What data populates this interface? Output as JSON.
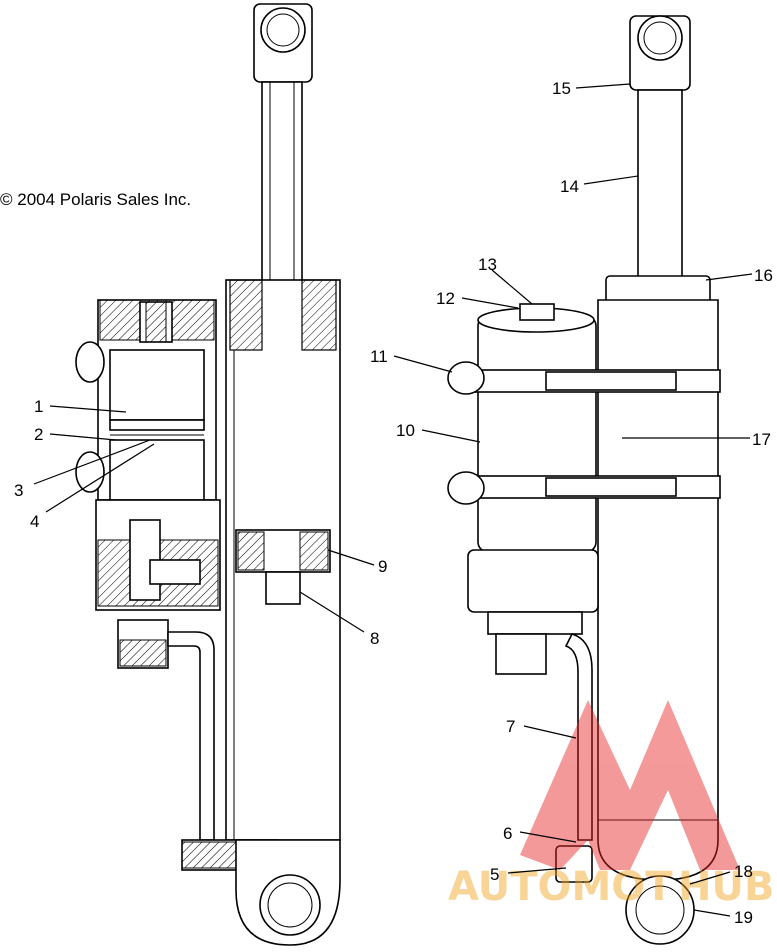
{
  "copyright": "© 2004 Polaris Sales Inc.",
  "watermark": {
    "text_left": "AUTOMOT",
    "text_right": "HUB",
    "color_red": "#e8201f",
    "color_orange": "#f3a21a",
    "icon": "triangle-logo-icon"
  },
  "callouts": [
    {
      "id": "callout-1",
      "label": "1"
    },
    {
      "id": "callout-2",
      "label": "2"
    },
    {
      "id": "callout-3",
      "label": "3"
    },
    {
      "id": "callout-4",
      "label": "4"
    },
    {
      "id": "callout-5",
      "label": "5"
    },
    {
      "id": "callout-6",
      "label": "6"
    },
    {
      "id": "callout-7",
      "label": "7"
    },
    {
      "id": "callout-8",
      "label": "8"
    },
    {
      "id": "callout-9",
      "label": "9"
    },
    {
      "id": "callout-10",
      "label": "10"
    },
    {
      "id": "callout-11",
      "label": "11"
    },
    {
      "id": "callout-12",
      "label": "12"
    },
    {
      "id": "callout-13",
      "label": "13"
    },
    {
      "id": "callout-14",
      "label": "14"
    },
    {
      "id": "callout-15",
      "label": "15"
    },
    {
      "id": "callout-16",
      "label": "16"
    },
    {
      "id": "callout-17",
      "label": "17"
    },
    {
      "id": "callout-18",
      "label": "18"
    },
    {
      "id": "callout-19",
      "label": "19"
    }
  ]
}
